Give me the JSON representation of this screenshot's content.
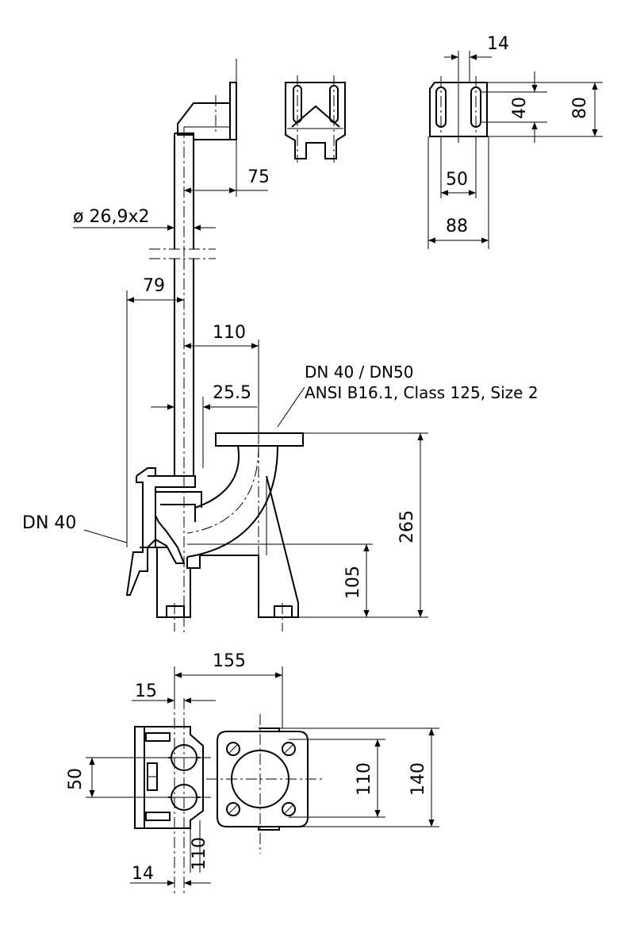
{
  "dimensions": {
    "d14_top": "14",
    "d40": "40",
    "d80": "80",
    "d50_top": "50",
    "d88": "88",
    "d75": "75",
    "pipe": "ø 26,9x2",
    "d79": "79",
    "d110_side": "110",
    "d25_5": "25.5",
    "d265": "265",
    "d105": "105",
    "d155": "155",
    "d15": "15",
    "d50_plan": "50",
    "d110_plan_right": "110",
    "d140": "140",
    "d110_plan_bottom": "110",
    "d14_bottom": "14"
  },
  "labels": {
    "flange_line1": "DN 40 / DN50",
    "flange_line2": "ANSI B16.1, Class 125, Size 2",
    "inlet": "DN 40"
  }
}
